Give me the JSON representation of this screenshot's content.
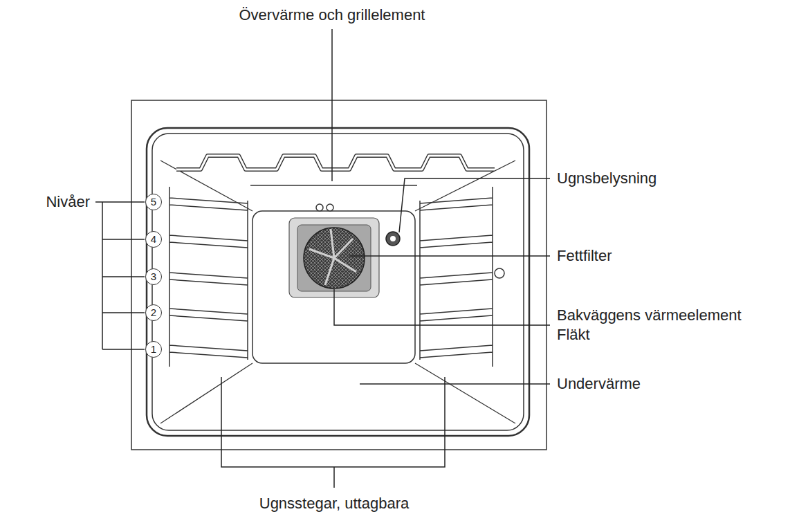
{
  "diagram": {
    "nodes": [
      {
        "text": [
          "5"
        ]
      },
      {
        "text": [
          "4"
        ]
      },
      {
        "text": [
          "3"
        ]
      },
      {
        "text": [
          "2"
        ]
      },
      {
        "text": [
          "1"
        ]
      }
    ],
    "labels": [
      "Övervärme och grillelement",
      "Nivåer",
      "Ugnsbelysning",
      "Fettfilter",
      "Bakväggens värmeelement",
      "Fläkt",
      "Undervärme",
      "Ugnsstegar, uttagbara"
    ]
  }
}
